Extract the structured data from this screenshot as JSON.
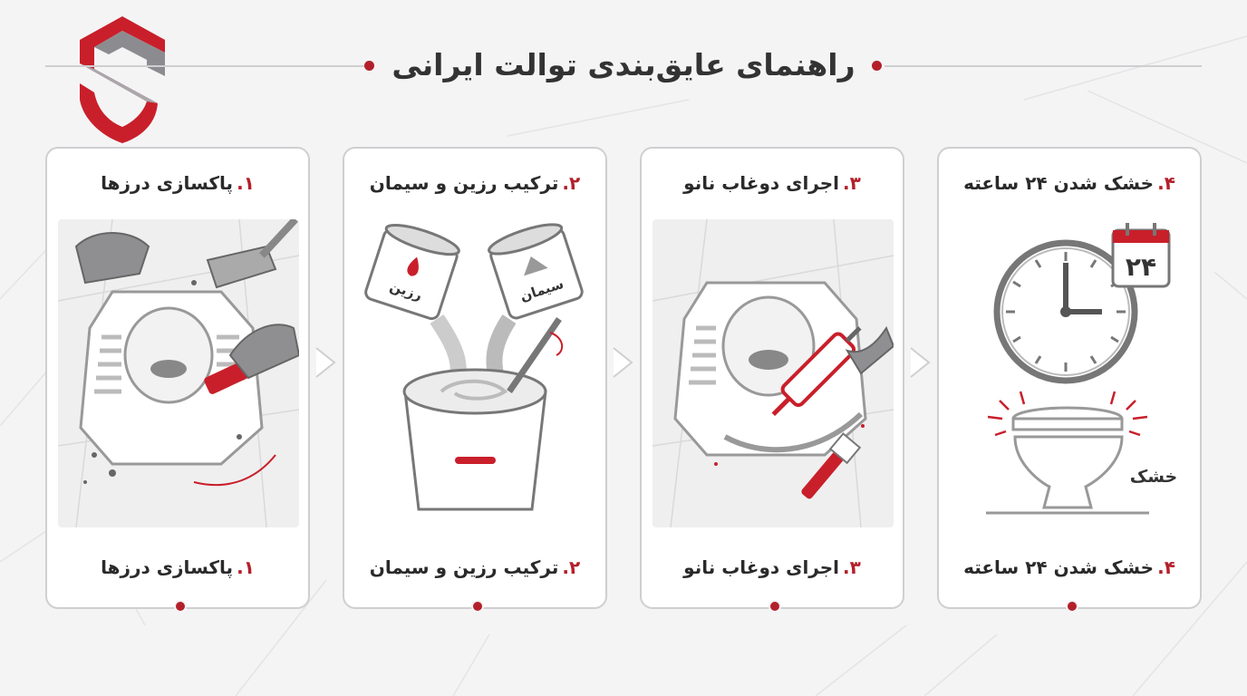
{
  "title": "راهنمای عایق‌بندی توالت ایرانی",
  "colors": {
    "accent": "#b3202a",
    "text": "#2a2a2a",
    "border": "#cfcfd2",
    "background": "#f4f4f5"
  },
  "steps": [
    {
      "number": "۱.",
      "label": "پاکسازی درزها",
      "icon": "cleaning-icon"
    },
    {
      "number": "۲.",
      "label": "ترکیب رزین و سیمان",
      "icon": "mixing-bucket-icon"
    },
    {
      "number": "۳.",
      "label": "اجرای دوغاب نانو",
      "icon": "caulking-gun-icon"
    },
    {
      "number": "۴.",
      "label": "خشک شدن ۲۴ ساعته",
      "icon": "clock-calendar-icon"
    }
  ],
  "illustrations": {
    "step2_can_left": "رزین",
    "step2_can_right": "سیمان",
    "step4_calendar": "۲۴",
    "step4_dry": "خشک"
  }
}
